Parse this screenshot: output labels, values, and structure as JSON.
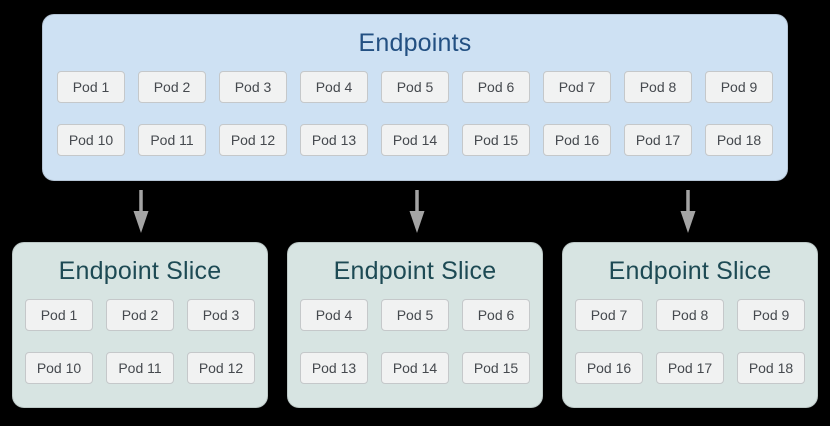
{
  "colors": {
    "page_bg": "#000000",
    "endpoints_box_bg": "#CEE1F3",
    "endpoints_title": "#235082",
    "slice_box_bg": "#D7E4E2",
    "slice_title": "#1D4A54",
    "pod_bg": "#F1F2F2",
    "pod_border": "#C5C8CA",
    "pod_text": "#45494E",
    "arrow": "#A4A4A4"
  },
  "endpoints": {
    "title": "Endpoints",
    "pods": [
      "Pod 1",
      "Pod 2",
      "Pod 3",
      "Pod 4",
      "Pod 5",
      "Pod 6",
      "Pod 7",
      "Pod 8",
      "Pod 9",
      "Pod 10",
      "Pod 11",
      "Pod 12",
      "Pod 13",
      "Pod 14",
      "Pod 15",
      "Pod 16",
      "Pod 17",
      "Pod 18"
    ]
  },
  "slices": [
    {
      "title": "Endpoint Slice",
      "pods": [
        "Pod 1",
        "Pod 2",
        "Pod 3",
        "Pod 10",
        "Pod 11",
        "Pod 12"
      ]
    },
    {
      "title": "Endpoint Slice",
      "pods": [
        "Pod 4",
        "Pod 5",
        "Pod 6",
        "Pod 13",
        "Pod 14",
        "Pod 15"
      ]
    },
    {
      "title": "Endpoint Slice",
      "pods": [
        "Pod 7",
        "Pod 8",
        "Pod 9",
        "Pod 16",
        "Pod 17",
        "Pod 18"
      ]
    }
  ]
}
